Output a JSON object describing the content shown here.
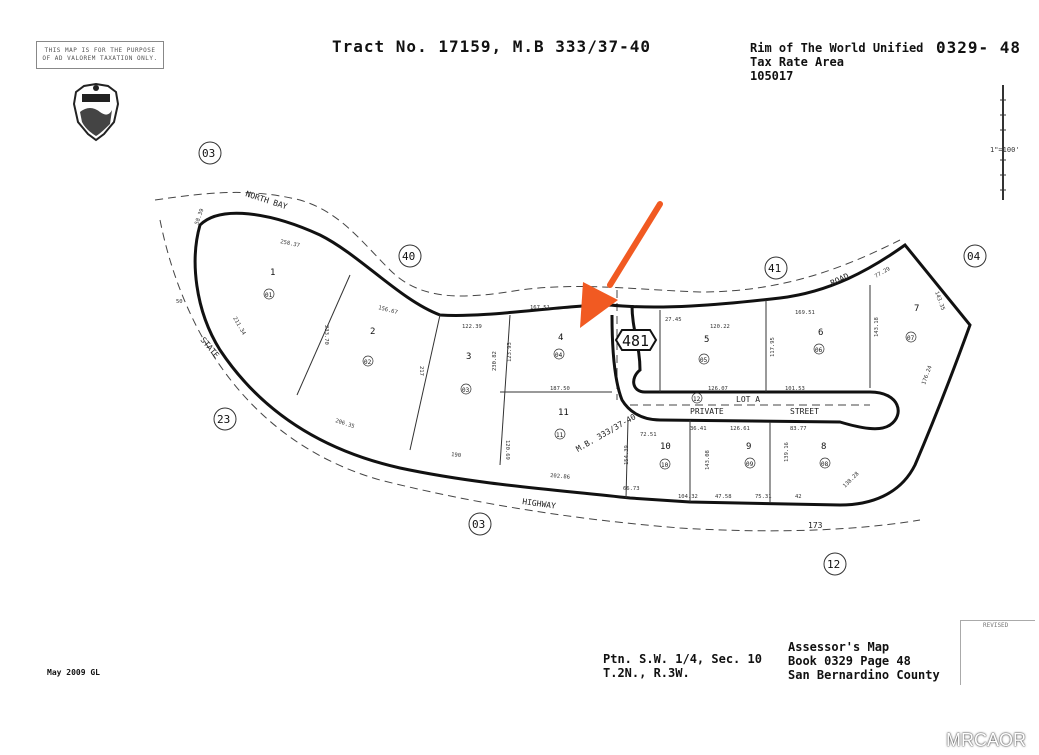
{
  "header": {
    "notice": [
      "THIS MAP IS FOR THE PURPOSE",
      "OF AD VALOREM TAXATION ONLY."
    ],
    "title": "Tract No. 17159, M.B 333/37-40",
    "district_line1": "Rim of The World Unified",
    "district_line2": "Tax Rate Area",
    "district_line3": "105017",
    "page_number": "0329- 48"
  },
  "scale_label": "1\"=100'",
  "streets": {
    "north_bay": "NORTH  BAY",
    "road": "ROAD",
    "state": "STATE",
    "highway": "HIGHWAY",
    "highway_number": "173",
    "lot_a": "LOT A",
    "private": "PRIVATE",
    "street": "STREET",
    "tract_ref": "M.B. 333/37-40"
  },
  "map_page_label": "481",
  "adjacent_pages": [
    "03",
    "40",
    "41",
    "04",
    "23",
    "03",
    "12"
  ],
  "lots": [
    {
      "number": "1",
      "parcel": "01"
    },
    {
      "number": "2",
      "parcel": "02"
    },
    {
      "number": "3",
      "parcel": "03"
    },
    {
      "number": "4",
      "parcel": "04"
    },
    {
      "number": "5",
      "parcel": "05"
    },
    {
      "number": "6",
      "parcel": "06"
    },
    {
      "number": "7",
      "parcel": "07"
    },
    {
      "number": "8",
      "parcel": "08"
    },
    {
      "number": "9",
      "parcel": "09"
    },
    {
      "number": "10",
      "parcel": "10"
    },
    {
      "number": "11",
      "parcel": "11"
    },
    {
      "number": "",
      "parcel": "12"
    }
  ],
  "dimensions": [
    "258.37",
    "156.67",
    "122.39",
    "167.51",
    "27.45",
    "120.22",
    "169.51",
    "77.29",
    "143.35",
    "233.70",
    "217",
    "230.82",
    "123.93",
    "117.95",
    "143.18",
    "101.53",
    "126.07",
    "187.50",
    "120.69",
    "206.35",
    "190",
    "202.86",
    "66.73",
    "104.32",
    "47.58",
    "75.31",
    "42",
    "72.51",
    "36.41",
    "126.61",
    "83.77",
    "154.39",
    "143.08",
    "139.16",
    "138.28",
    "176.24",
    "58.39",
    "211.34",
    "50"
  ],
  "footer": {
    "date": "May 2009 GL",
    "location_line1": "Ptn. S.W. 1/4, Sec. 10",
    "location_line2": "T.2N., R.3W.",
    "assessor_line1": "Assessor's Map",
    "assessor_line2": "Book 0329 Page 48",
    "assessor_line3": "San Bernardino County",
    "revised": "REVISED"
  },
  "watermark": "MRCAOR",
  "colors": {
    "arrow": "#f15a22",
    "ink": "#111111"
  }
}
